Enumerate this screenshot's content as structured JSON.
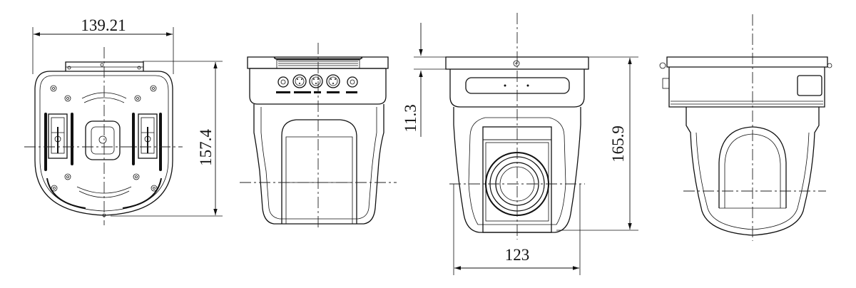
{
  "dimensions": {
    "bottom_width": "139.21",
    "bottom_height": "157.4",
    "flange_offset": "11.3",
    "front_height": "165.9",
    "front_width": "123"
  }
}
